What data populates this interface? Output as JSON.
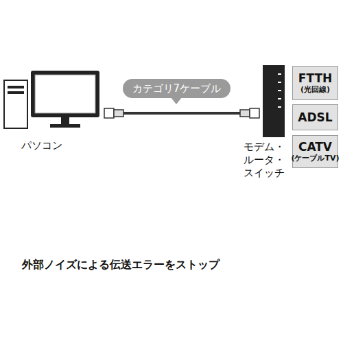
{
  "diagram": {
    "caption": "外部ノイズによる伝送エラーをストップ",
    "nodes": [
      {
        "text": [
          "パソコン"
        ]
      },
      {
        "text": [
          "モデム・ ルータ・ スイッチ"
        ]
      },
      {
        "text": [
          "FTTH",
          "(光回線)"
        ]
      },
      {
        "text": [
          "ADSL"
        ]
      },
      {
        "text": [
          "CATV",
          "(ケーブルTV)"
        ]
      }
    ],
    "edges": [
      {
        "from": 0,
        "to": 1,
        "arrow": "none",
        "label": "カテゴリ7ケーブル"
      }
    ]
  }
}
